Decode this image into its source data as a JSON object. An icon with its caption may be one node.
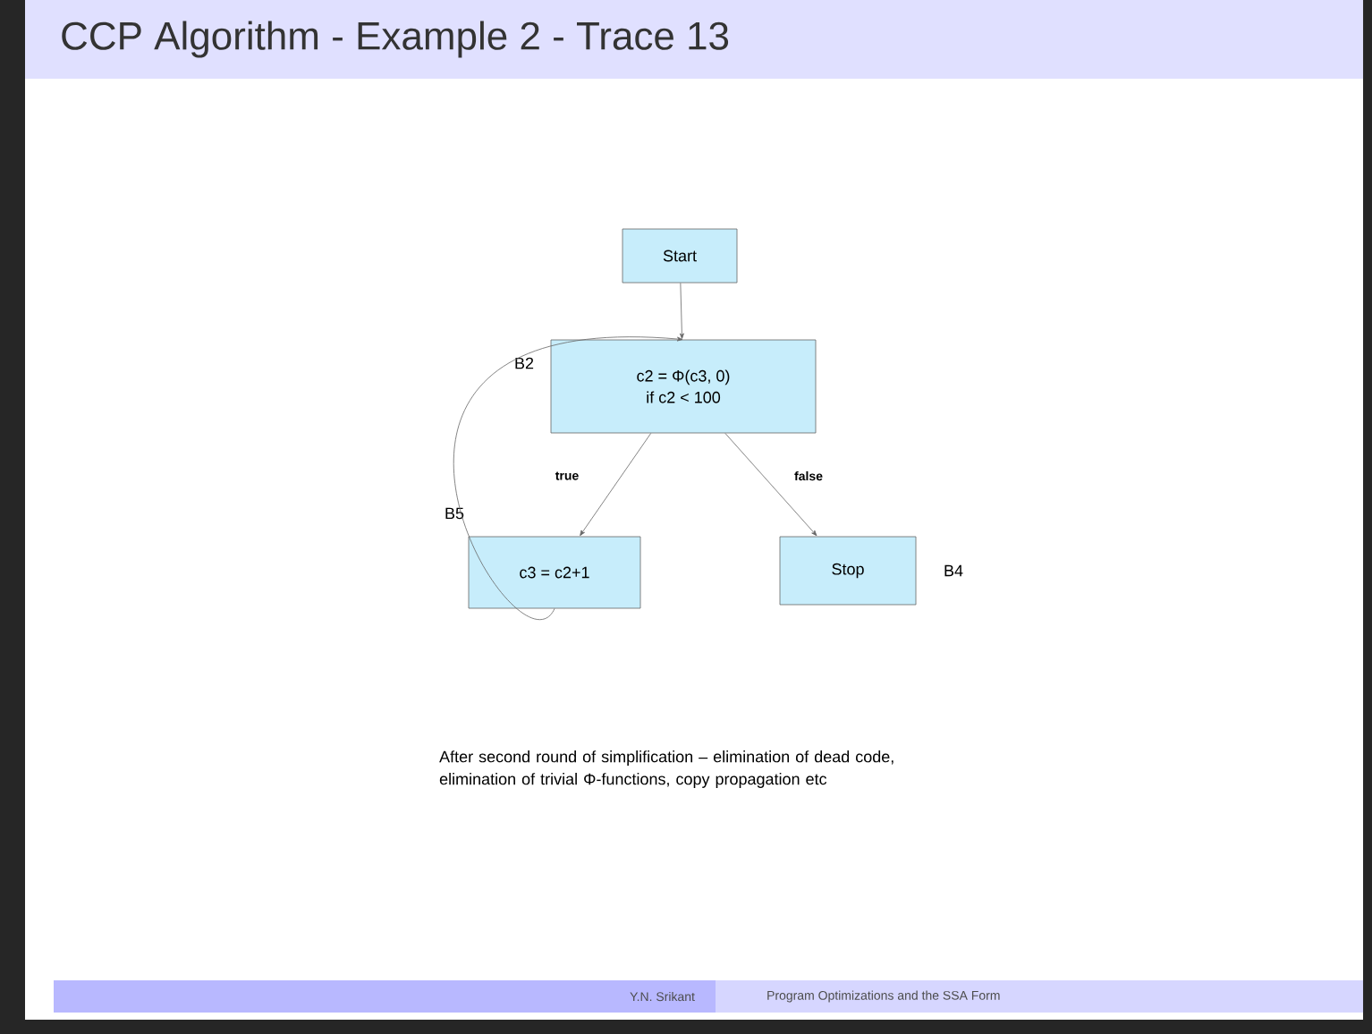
{
  "diagram": {
    "title": "CCP Algorithm - Example 2 - Trace 13",
    "nodes": [
      {
        "text": [
          "Start"
        ]
      },
      {
        "text": [
          "c2 = Φ(c3, 0)",
          "if c2 < 100"
        ],
        "beside": [
          "B2"
        ]
      },
      {
        "text": [
          "c3 = c2+1"
        ],
        "beside": [
          "B5"
        ]
      },
      {
        "text": [
          "Stop"
        ],
        "beside": [
          "B4"
        ]
      }
    ],
    "edges": [
      {
        "from": 0,
        "to": 1,
        "arrow": "to"
      },
      {
        "from": 1,
        "to": 2,
        "arrow": "to",
        "label": "true"
      },
      {
        "from": 1,
        "to": 3,
        "arrow": "to",
        "label": "false"
      },
      {
        "from": 2,
        "to": 1,
        "arrow": "to"
      }
    ],
    "labels": [
      "After second round of simplification – elimination of dead code, elimination of trivial Φ-functions, copy propagation etc",
      "Y.N. Srikant",
      "Program Optimizations and the SSA Form"
    ]
  }
}
